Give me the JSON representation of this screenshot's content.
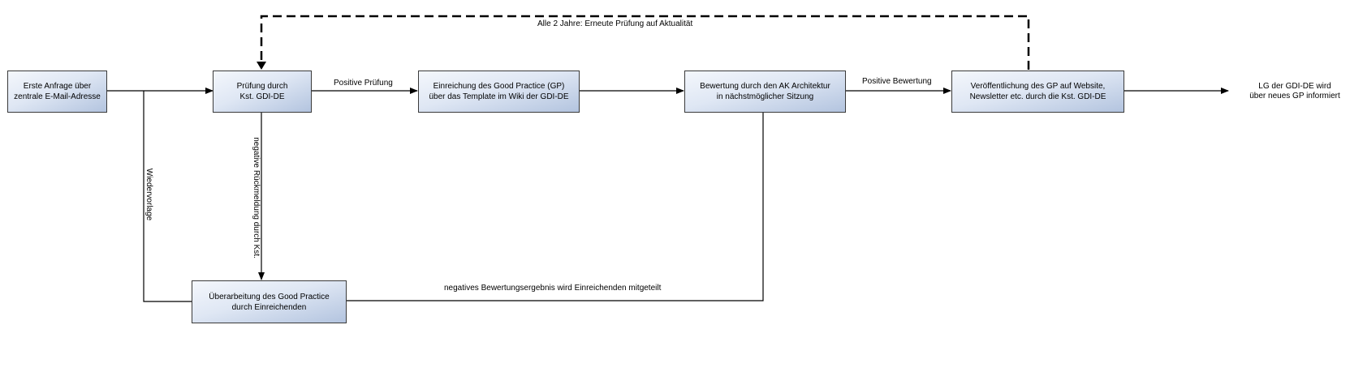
{
  "nodes": {
    "anfrage": "Erste Anfrage über\nzentrale E-Mail-Adresse",
    "pruefung": "Prüfung durch\nKst. GDI-DE",
    "einreichung": "Einreichung des Good Practice (GP)\nüber das Template im Wiki der GDI-DE",
    "bewertung": "Bewertung durch den AK Architektur\nin nächstmöglicher Sitzung",
    "veroeffentlichung": "Veröffentlichung des GP auf Website,\nNewsletter etc. durch die Kst. GDI-DE",
    "ueberarbeitung": "Überarbeitung des Good Practice\ndurch Einreichenden",
    "lg_informiert": "LG der GDI-DE wird\nüber neues GP informiert"
  },
  "edges": {
    "positive_pruefung": "Positive Prüfung",
    "positive_bewertung": "Positive Bewertung",
    "alle_2_jahre": "Alle 2 Jahre: Erneute Prüfung auf Aktualität",
    "negative_rueckmeldung": "negative Rückmeldung durch Kst.",
    "wiedervorlage": "Wiedervorlage",
    "negatives_ergebnis": "negatives Bewertungsergebnis wird Einreichenden mitgeteilt"
  },
  "colors": {
    "line": "#000000",
    "box_border": "#3a3a3a",
    "box_fill_light": "#f4f7fc",
    "box_fill_dark": "#b3c4df"
  }
}
